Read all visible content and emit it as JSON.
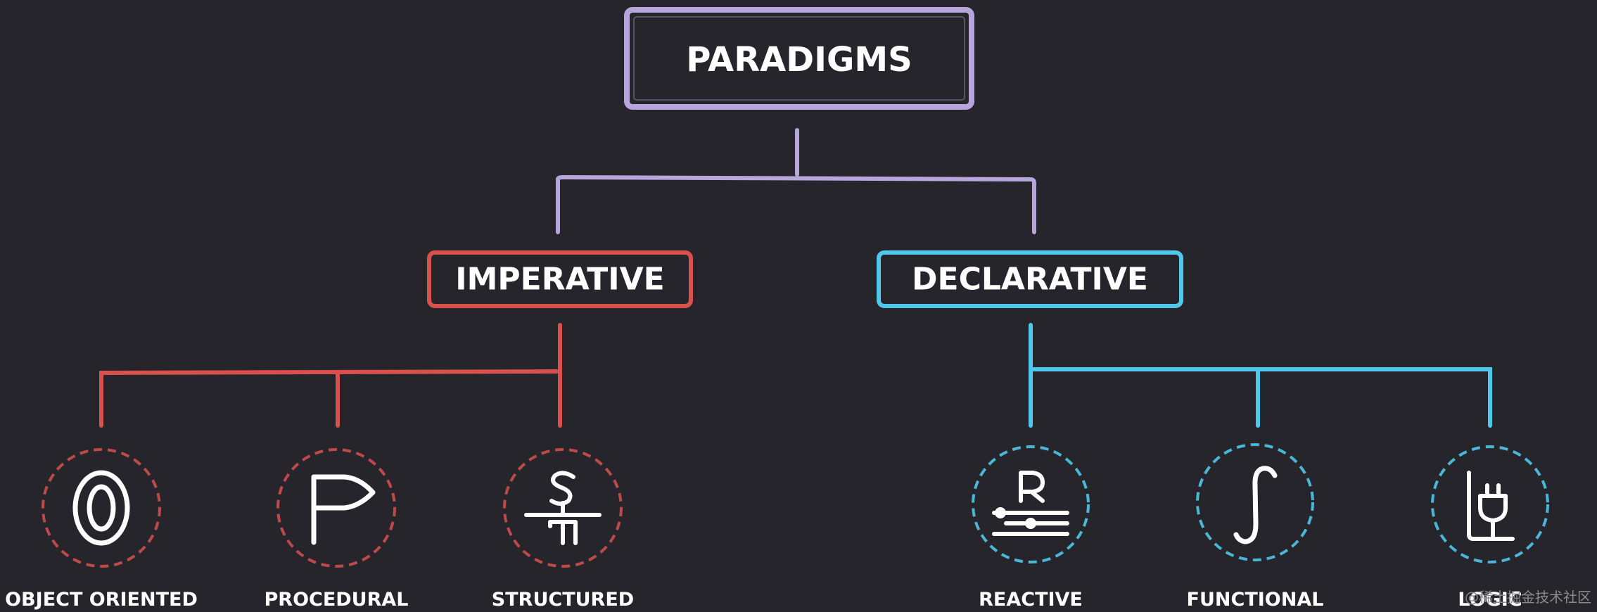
{
  "root": {
    "label": "PARADIGMS",
    "color": "#b7a6dc"
  },
  "branches": [
    {
      "key": "imperative",
      "label": "IMPERATIVE",
      "color": "#d8514d",
      "children": [
        {
          "label": "OBJECT ORIENTED",
          "icon": "object-oriented-icon"
        },
        {
          "label": "PROCEDURAL",
          "icon": "procedural-flag-icon"
        },
        {
          "label": "STRUCTURED",
          "icon": "structured-icon"
        }
      ]
    },
    {
      "key": "declarative",
      "label": "DECLARATIVE",
      "color": "#4fc8ea",
      "children": [
        {
          "label": "REACTIVE",
          "icon": "reactive-icon"
        },
        {
          "label": "FUNCTIONAL",
          "icon": "functional-icon"
        },
        {
          "label": "LOGIC",
          "icon": "logic-plug-icon"
        }
      ]
    }
  ],
  "watermark": "@稀土掘金技术社区"
}
